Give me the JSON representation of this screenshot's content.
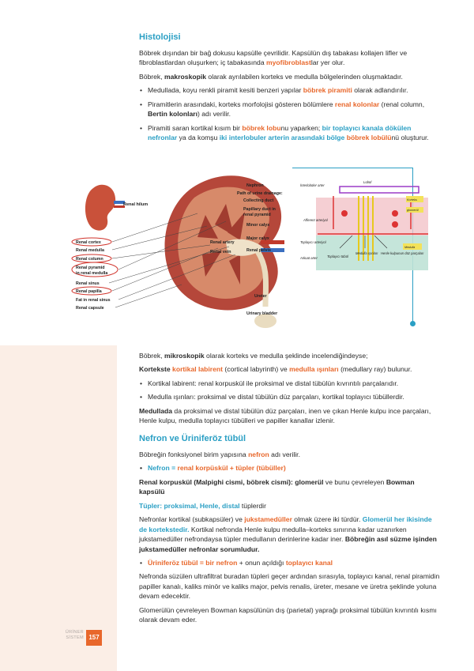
{
  "section1": {
    "heading": "Histolojisi",
    "p1": "Böbrek dışından bir bağ dokusu kapsülle çevrilidir. Kapsülün dış tabakası kollajen lifler ve fibroblastlardan oluşurken; iç tabakasında ",
    "p1_hl": "myofibroblast",
    "p1_end": "lar yer olur.",
    "p2_a": "Böbrek, ",
    "p2_b": "makroskopik",
    "p2_c": " olarak ayrılabilen korteks ve medulla bölgelerinden oluşmaktadır.",
    "b1_a": "Medullada, koyu renkli piramit kesiti benzeri yapılar ",
    "b1_hl": "böbrek piramiti",
    "b1_c": " olarak adlandırılır.",
    "b2_a": "Piramitlerin arasındaki, korteks morfolojisi gösteren bölümlere ",
    "b2_hl": "renal kolonlar",
    "b2_c": " (renal column, ",
    "b2_d": "Bertin kolonları",
    "b2_e": ") adı verilir.",
    "b3_a": "Piramiti saran kortikal kısım bir ",
    "b3_hl1": "böbrek lobu",
    "b3_b": "nu yaparken; ",
    "b3_hl2": "bir toplayıcı kanala dökülen nefronlar",
    "b3_c": " ya da komşu ",
    "b3_hl3": "iki interlobuler arterin arasındaki bölge",
    "b3_d": " ",
    "b3_hl4": "böbrek lobülü",
    "b3_e": "nü oluşturur."
  },
  "figure": {
    "left_labels": [
      "Renal cortex",
      "Renal medulla",
      "Renal column",
      "Renal pyramid in renal medulla",
      "Renal sinus",
      "Renal papilla",
      "Fat in renal sinus",
      "Renal capsule"
    ],
    "hilum": "Renal hilum",
    "right_labels": [
      "Nephron",
      "Path of urine drainage:",
      "Collecting duct",
      "Papillary duct in renal pyramid",
      "Minor calyx",
      "Major calyx",
      "Renal pelvis",
      "Ureter",
      "Urinary bladder"
    ],
    "vessels": [
      "Renal artery",
      "Renal vein"
    ],
    "sketch": {
      "tubul": "Lobül",
      "interlobular": "İnterlobüler arter",
      "kortex": "Korteks",
      "glomerul": "glomerül",
      "afferent": "Afferent arteriyol",
      "toplayici": "Toplayıcı tübül",
      "medulla": "Medulla ışınları",
      "henle": "Henle kulpunun düz parçaları",
      "medulla_box": "Medulla",
      "arkuat": "Arkuat arter",
      "interlobar": "İnterlobüler arter"
    }
  },
  "section2": {
    "p1": "Böbrek, mikroskopik olarak korteks ve medulla şeklinde incelendiğindeyse;",
    "p1_bold": "mikroskopik",
    "p2_a": "Kortekste",
    "p2_hl1": "kortikal labirent",
    "p2_b": " (cortical labyrinth) ve ",
    "p2_hl2": "medulla ışınları",
    "p2_c": " (medullary ray) bulunur.",
    "b1": "Kortikal labirent: renal korpuskül ile proksimal ve distal tübülün kıvrıntılı parçalarıdır.",
    "b2": "Medulla ışınları: proksimal ve distal tübülün düz parçaları, kortikal toplayıcı tübüllerdir.",
    "p3_a": "Medullada",
    "p3_b": " da proksimal ve distal tübülün düz parçaları, inen ve çıkan Henle kulpu ince parçaları, Henle kulpu, medulla toplayıcı tübülleri ve papiller kanallar izlenir."
  },
  "section3": {
    "heading": "Nefron ve Üriniferöz tübül",
    "p1_a": "Böbreğin fonksiyonel birim yapısına ",
    "p1_hl": "nefron",
    "p1_b": " adı verilir.",
    "b1": "Nefron = renal korpüskül + tüpler (tübüller)",
    "p2_a": "Renal korpuskül (Malpighi cismi, böbrek cismi): ",
    "p2_b": "glomerül",
    "p2_c": " ve bunu çevreleyen ",
    "p2_d": "Bowman kapsülü",
    "p3": "Tüpler: proksimal, Henle, distal",
    "p3_b": " tüplerdir",
    "p4_a": "Nefronlar kortikal (subkapsüler) ve ",
    "p4_hl1": "jukstamedüller",
    "p4_b": " olmak üzere iki türdür. ",
    "p4_hl2": "Glomerül her ikisinde de kortekstedir.",
    "p4_c": " Kortikal nefronda Henle kulpu medulla–korteks sınırına kadar uzanırken jukstamedüller nefrondaysa tüpler medullanın derinlerine kadar iner. ",
    "p4_d": "Böbreğin asıl süzme işinden jukstamedüller nefronlar sorumludur.",
    "b2_hl1": "Üriniferöz tübül",
    "b2_a": " = ",
    "b2_hl2": "bir nefron",
    "b2_b": " + onun açıldığı ",
    "b2_hl3": "toplayıcı kanal",
    "p5": "Nefronda süzülen ultrafiltrat buradan tüpleri geçer ardından sırasıyla, toplayıcı kanal, renal piramidin papiller kanalı, kaliks minör ve kaliks major, pelvis renalis, üreter, mesane ve üretra şeklinde yoluna devam edecektir.",
    "p6": "Glomerülün çevreleyen Bowman kapsülünün dış (parietal) yaprağı proksimal tübülün kıvrıntılı kısmı olarak devam eder."
  },
  "footer": {
    "label1": "ÜRİNER",
    "label2": "SİSTEM",
    "page": "157"
  },
  "colors": {
    "orange": "#e8672b",
    "blue": "#2a9fc4"
  }
}
